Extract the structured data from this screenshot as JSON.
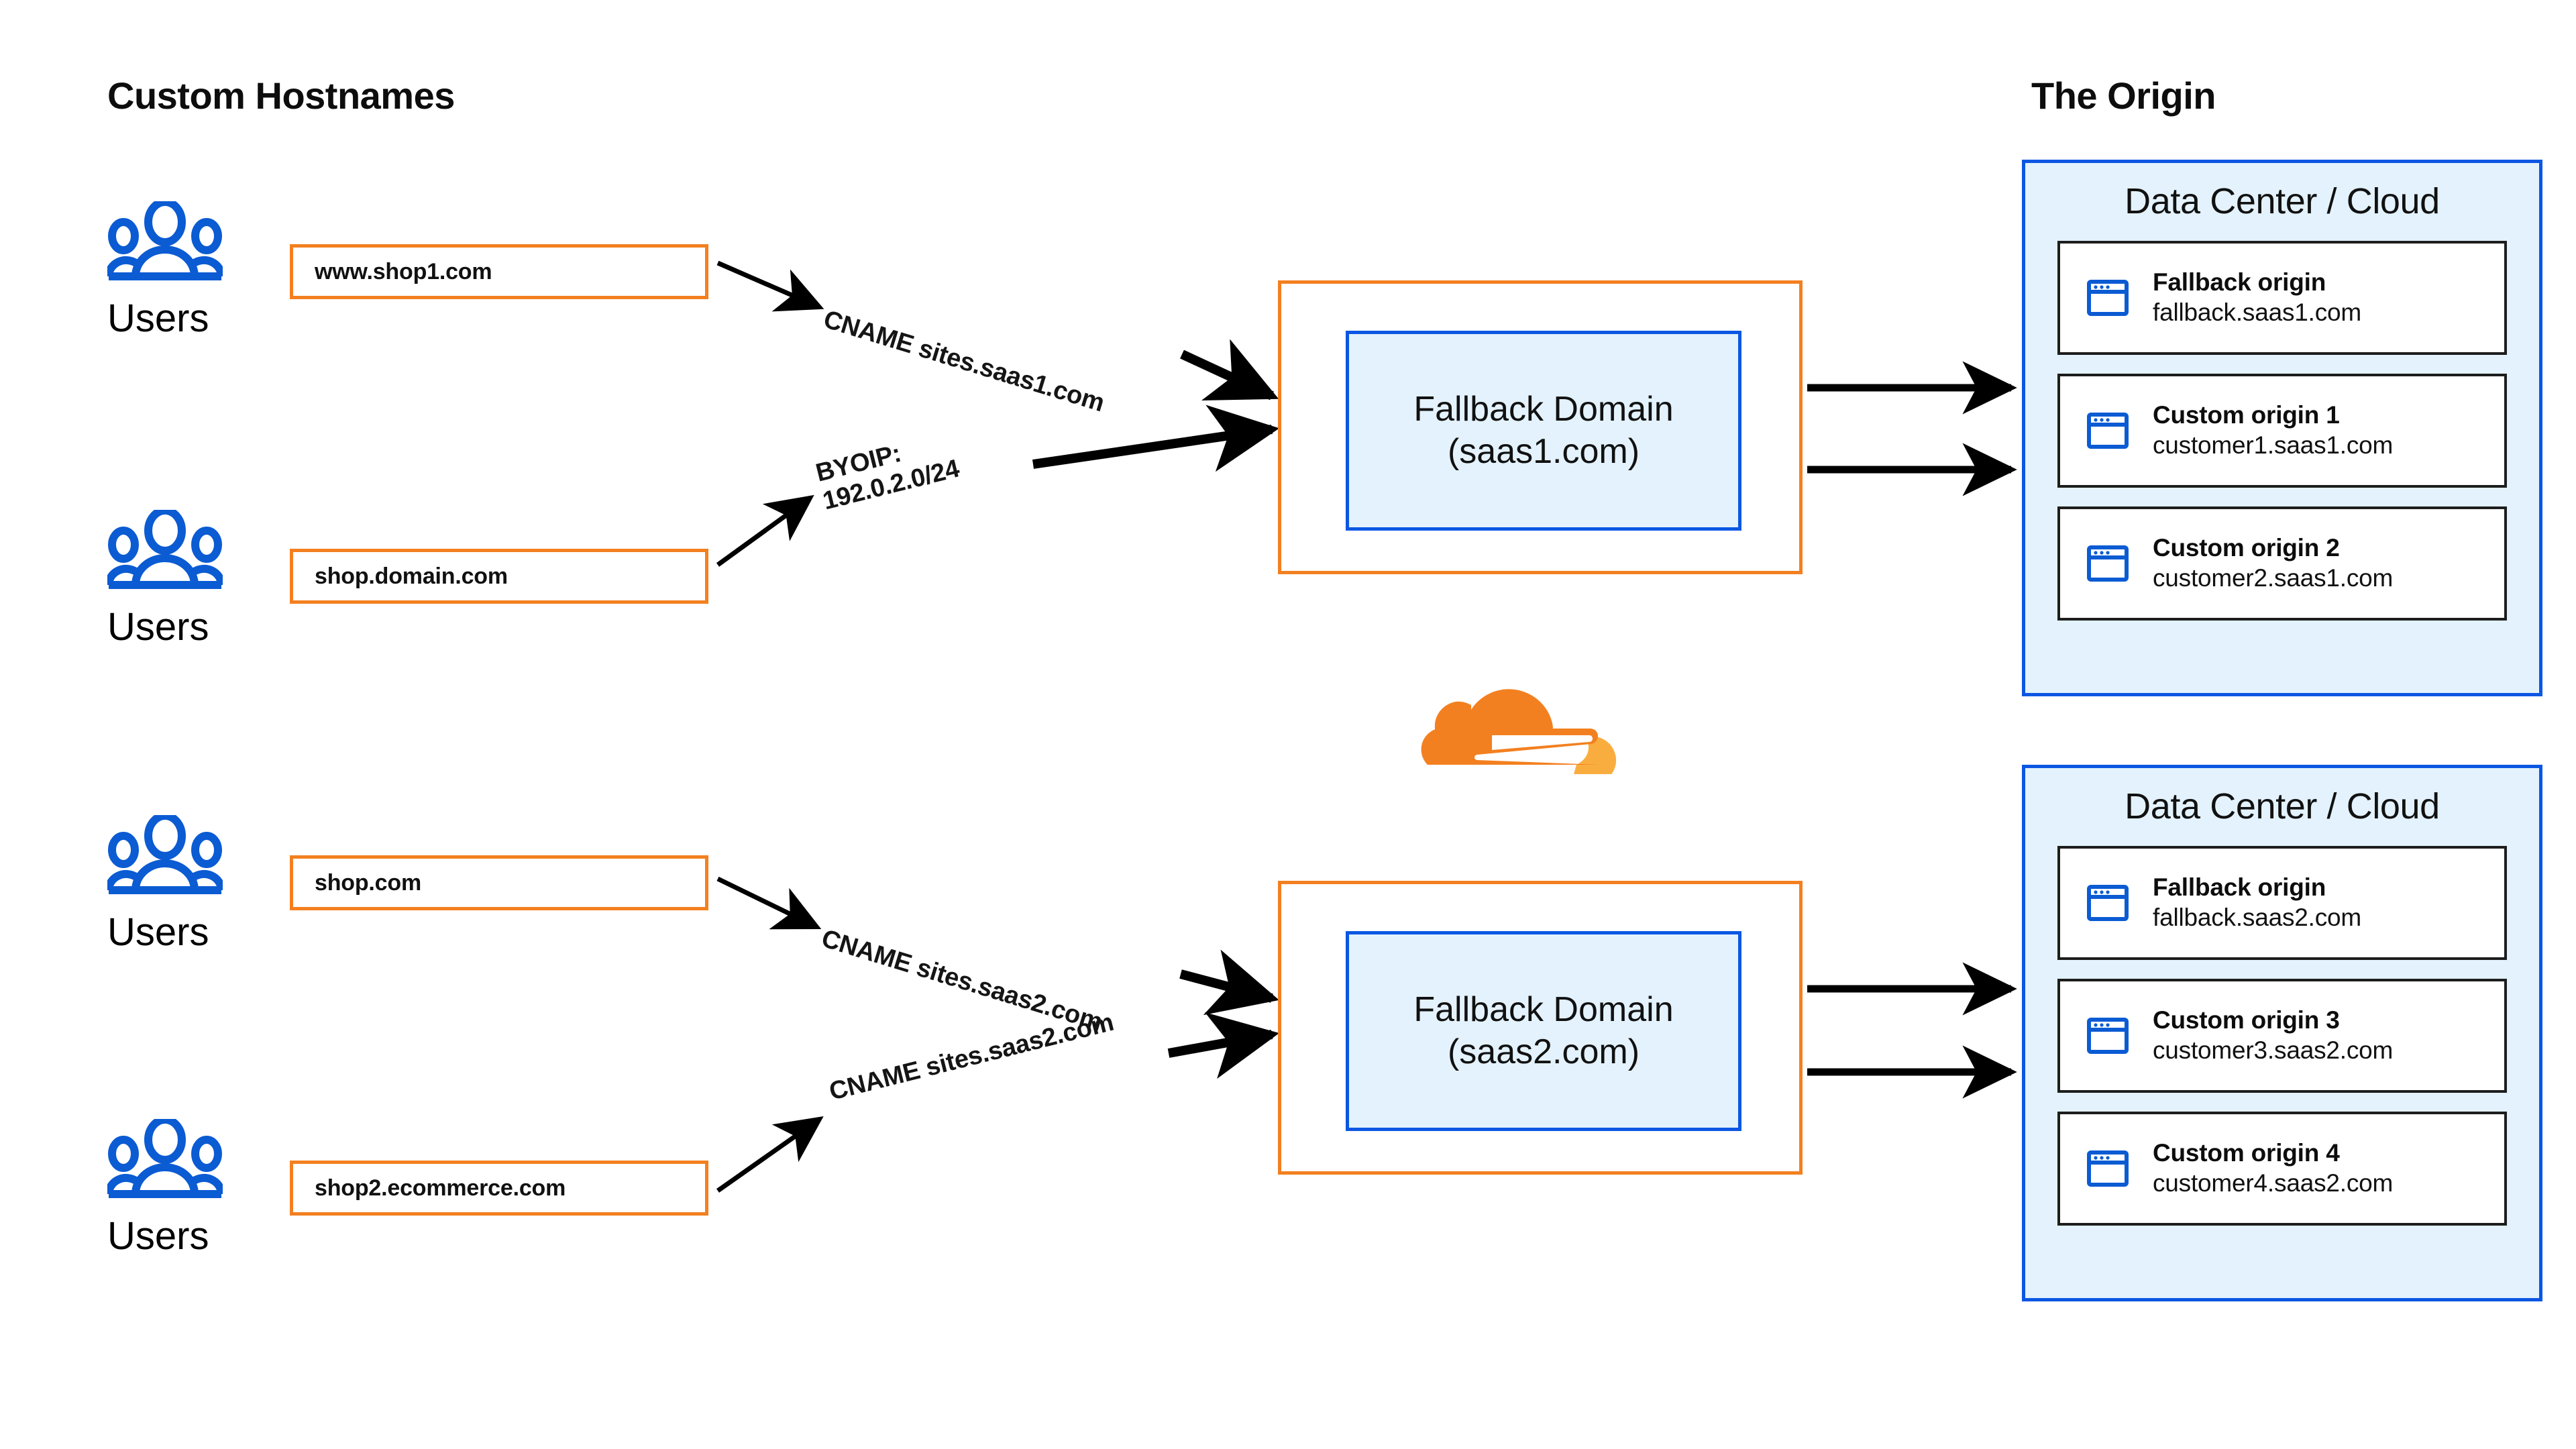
{
  "headings": {
    "left": "Custom Hostnames",
    "right": "The Origin"
  },
  "users": [
    {
      "label": "Users",
      "icon": "users-icon"
    },
    {
      "label": "Users",
      "icon": "users-icon"
    },
    {
      "label": "Users",
      "icon": "users-icon"
    },
    {
      "label": "Users",
      "icon": "users-icon"
    }
  ],
  "hostnames": [
    {
      "value": "www.shop1.com"
    },
    {
      "value": "shop.domain.com"
    },
    {
      "value": "shop.com"
    },
    {
      "value": "shop2.ecommerce.com"
    }
  ],
  "edge_labels": [
    {
      "line1": "CNAME sites.saas1.com",
      "line2": ""
    },
    {
      "line1": "BYOIP:",
      "line2": "192.0.2.0/24"
    },
    {
      "line1": "CNAME sites.saas2.com",
      "line2": ""
    },
    {
      "line1": "CNAME sites.saas2.com",
      "line2": ""
    }
  ],
  "fallback_domains": [
    {
      "line1": "Fallback Domain",
      "line2": "(saas1.com)"
    },
    {
      "line1": "Fallback Domain",
      "line2": "(saas2.com)"
    }
  ],
  "datacenters": [
    {
      "title": "Data Center / Cloud",
      "origins": [
        {
          "name": "Fallback origin",
          "host": "fallback.saas1.com",
          "icon": "browser-window-icon"
        },
        {
          "name": "Custom origin 1",
          "host": "customer1.saas1.com",
          "icon": "browser-window-icon"
        },
        {
          "name": "Custom origin 2",
          "host": "customer2.saas1.com",
          "icon": "browser-window-icon"
        }
      ]
    },
    {
      "title": "Data Center / Cloud",
      "origins": [
        {
          "name": "Fallback origin",
          "host": "fallback.saas2.com",
          "icon": "browser-window-icon"
        },
        {
          "name": "Custom origin 3",
          "host": "customer3.saas2.com",
          "icon": "browser-window-icon"
        },
        {
          "name": "Custom origin 4",
          "host": "customer4.saas2.com",
          "icon": "browser-window-icon"
        }
      ]
    }
  ],
  "logo": {
    "name": "cloudflare-logo",
    "color_primary": "#F38020",
    "color_secondary": "#FAAD3F"
  },
  "colors": {
    "orange": "#F38020",
    "blue": "#0B57E3",
    "blue_fill": "#E3F2FC",
    "arrow": "#000000",
    "text": "#111111"
  }
}
